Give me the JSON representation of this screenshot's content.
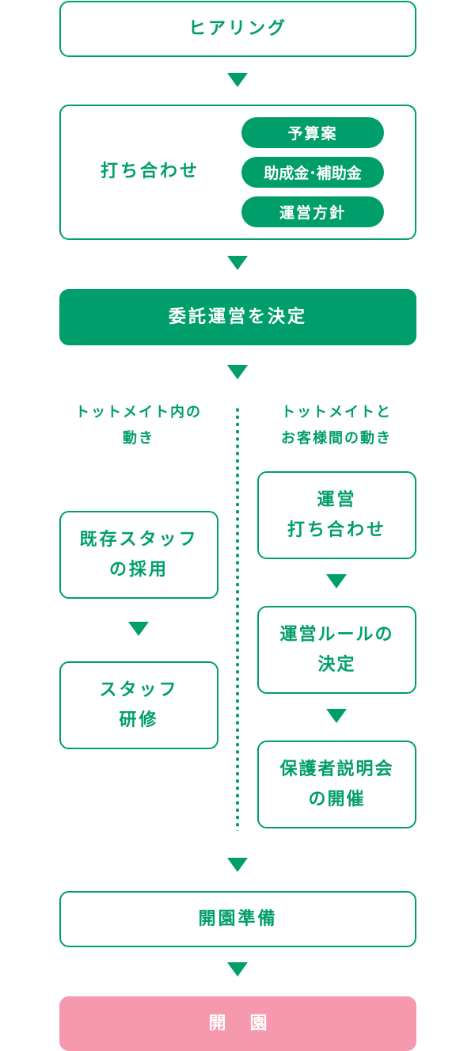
{
  "steps": {
    "hearing": "ヒアリング",
    "meeting": "打ち合わせ",
    "meeting_items": [
      "予算案",
      "助成金･補助金",
      "運営方針"
    ],
    "decision": "委託運営を決定",
    "left_heading": "トットメイト内の\n動き",
    "right_heading": "トットメイトと\nお客様間の動き",
    "left_steps": [
      "既存スタッフ\nの採用",
      "スタッフ\n研修"
    ],
    "right_steps": [
      "運営\n打ち合わせ",
      "運営ルールの\n決定",
      "保護者説明会\nの開催"
    ],
    "preparation": "開園準備",
    "opening": "開園"
  },
  "colors": {
    "accent": "#009e6b",
    "final": "#f799ae"
  }
}
